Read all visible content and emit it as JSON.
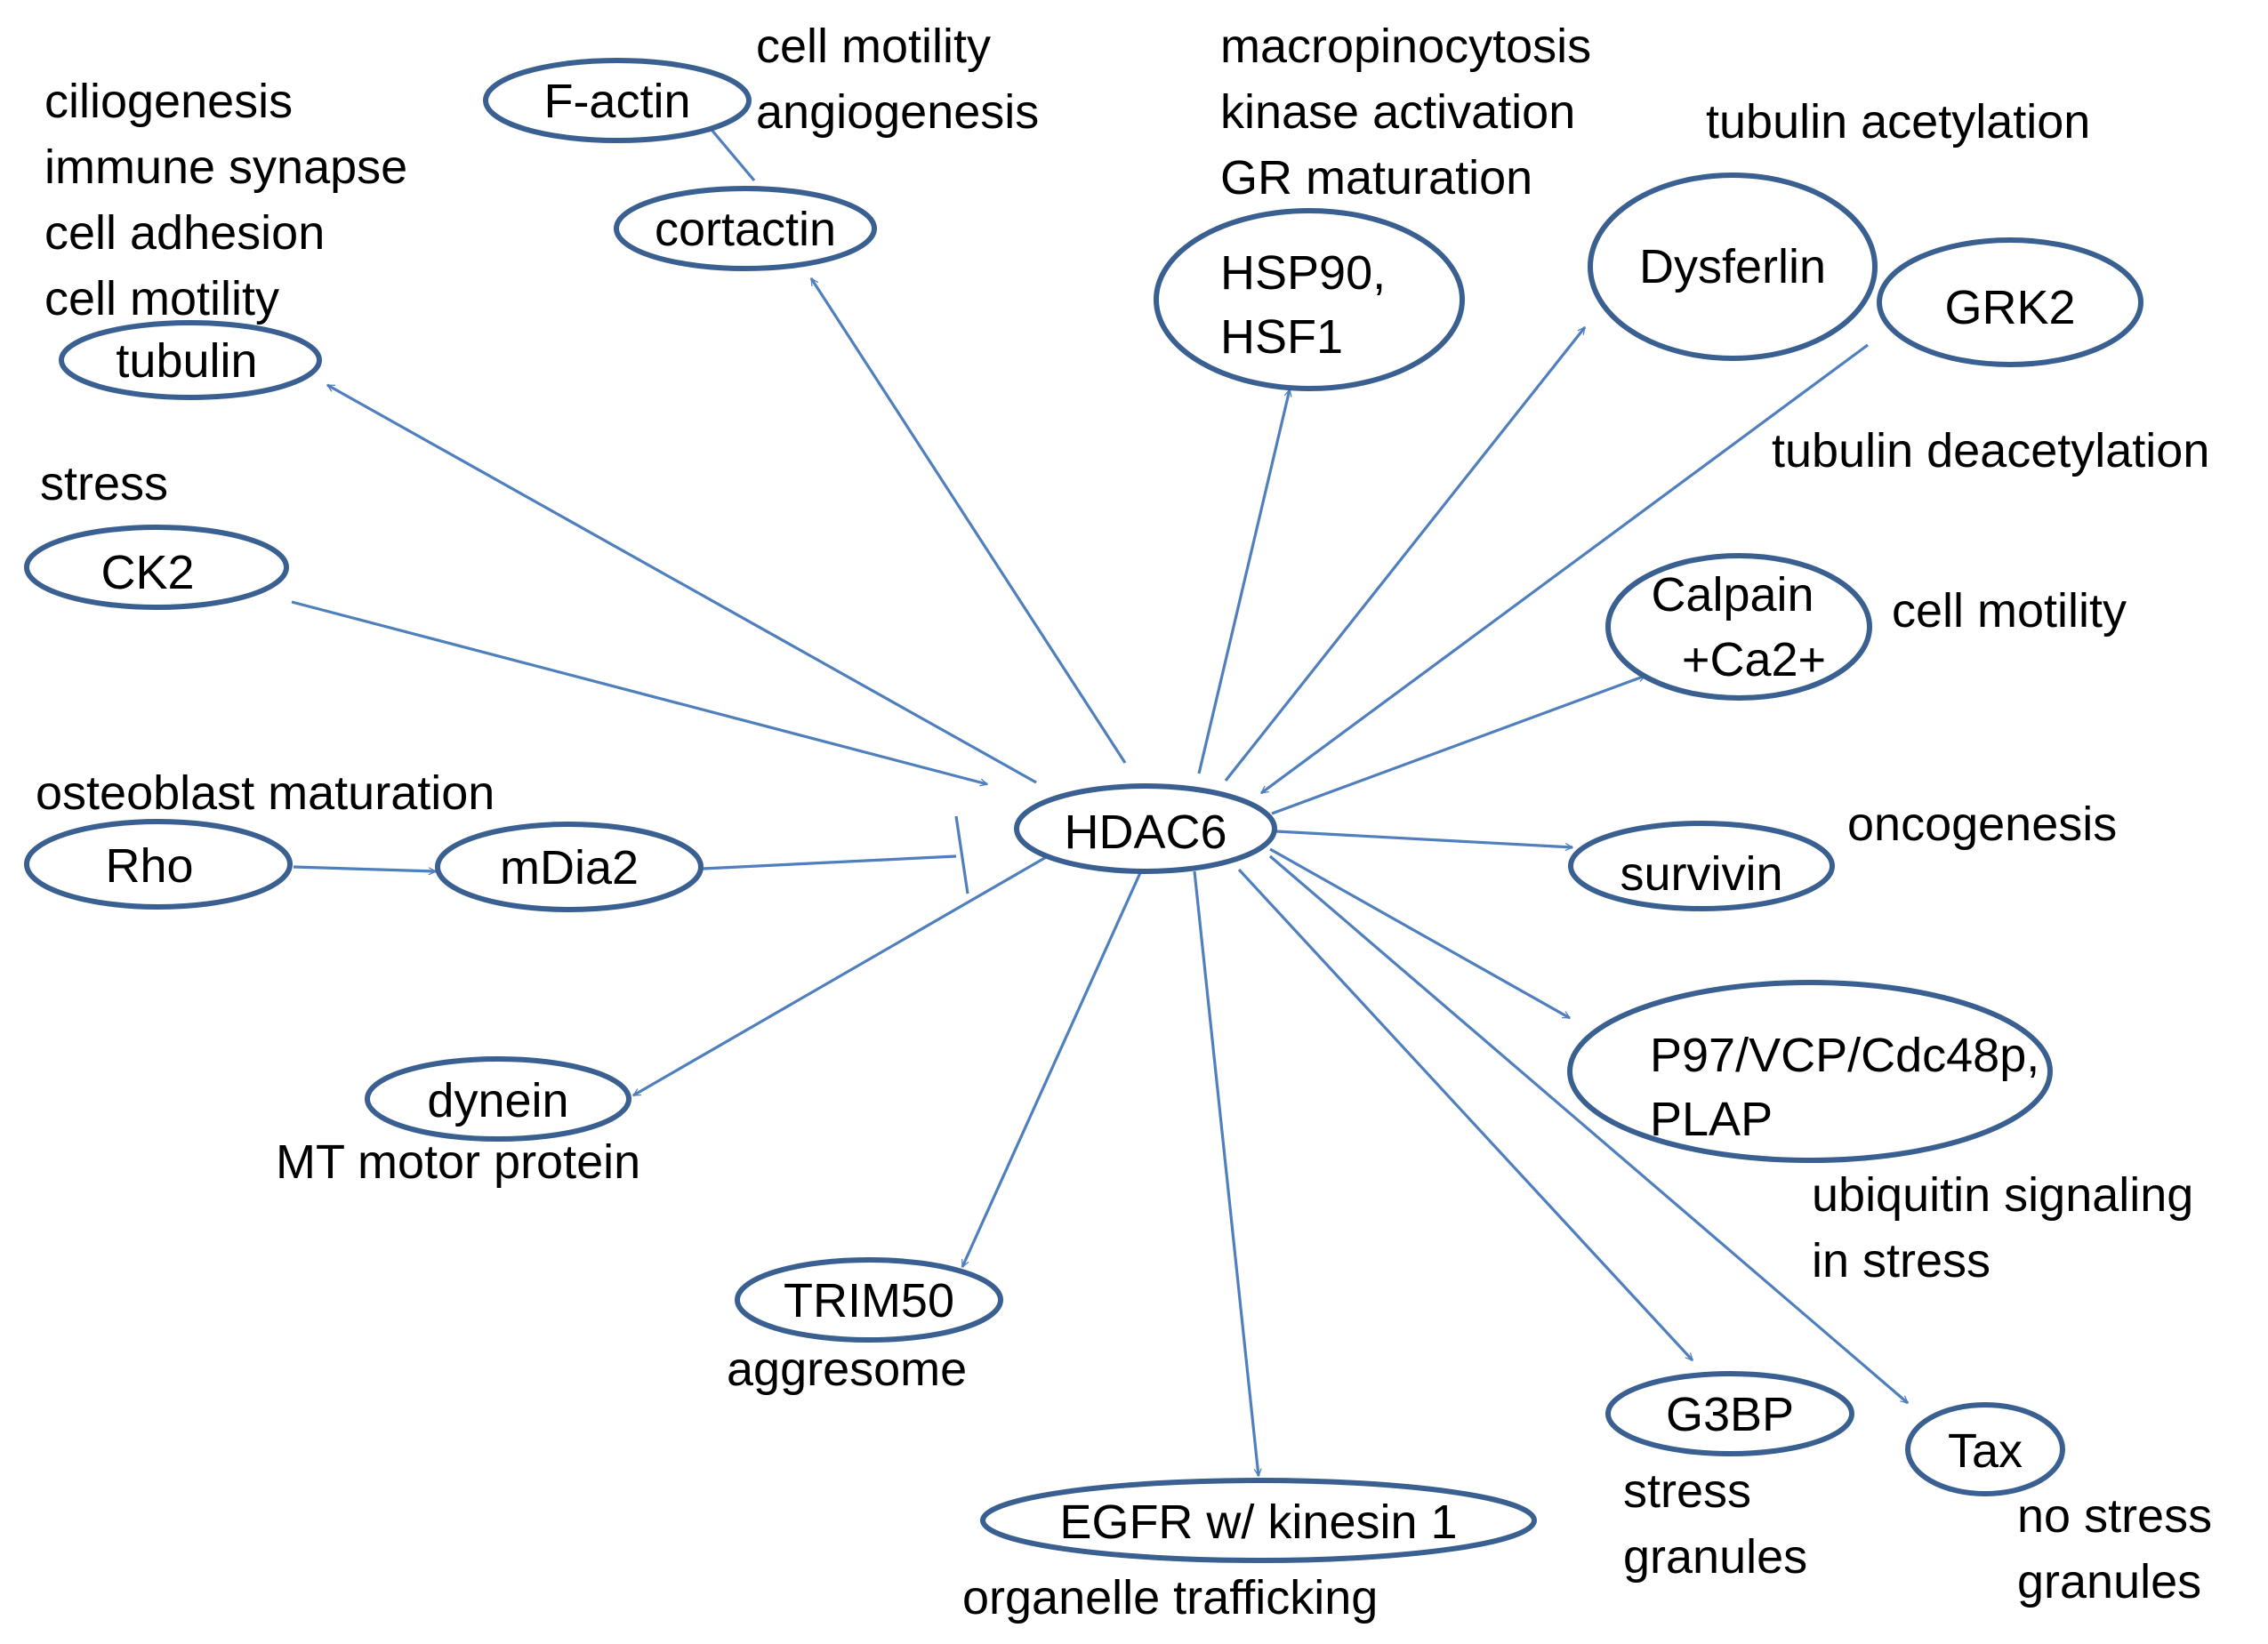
{
  "nodes": {
    "hdac6": "HDAC6",
    "f_actin": "F-actin",
    "cortactin": "cortactin",
    "tubulin": "tubulin",
    "ck2": "CK2",
    "rho": "Rho",
    "mdia2": "mDia2",
    "dynein": "dynein",
    "trim50": "TRIM50",
    "egfr": "EGFR w/ kinesin 1",
    "hsp90": [
      "HSP90,",
      "HSF1"
    ],
    "dysferlin": "Dysferlin",
    "grk2": "GRK2",
    "calpain": [
      "Calpain",
      "+Ca2+"
    ],
    "survivin": "survivin",
    "p97": [
      "P97/VCP/Cdc48p,",
      "PLAP"
    ],
    "g3bp": "G3BP",
    "tax": "Tax"
  },
  "labels": {
    "tubulin_functions": [
      "ciliogenesis",
      "immune synapse",
      "cell adhesion",
      "cell motility"
    ],
    "f_actin_functions": [
      "cell motility",
      "angiogenesis"
    ],
    "hsp90_functions": [
      "macropinocytosis",
      "kinase activation",
      "GR maturation"
    ],
    "dysferlin_function": "tubulin acetylation",
    "grk2_function": "tubulin deacetylation",
    "ck2_function": "stress",
    "rho_function": "osteoblast maturation",
    "calpain_function": "cell motility",
    "survivin_function": "oncogenesis",
    "p97_functions": [
      "ubiquitin signaling",
      "in stress"
    ],
    "dynein_function": "MT motor protein",
    "trim50_function": "aggresome",
    "egfr_function": "organelle trafficking",
    "g3bp_functions": [
      "stress",
      "granules"
    ],
    "tax_functions": [
      "no stress",
      "granules"
    ]
  },
  "colors": {
    "node_stroke": "#3a5f91",
    "edge": "#4f7fbd",
    "text": "#000000"
  }
}
